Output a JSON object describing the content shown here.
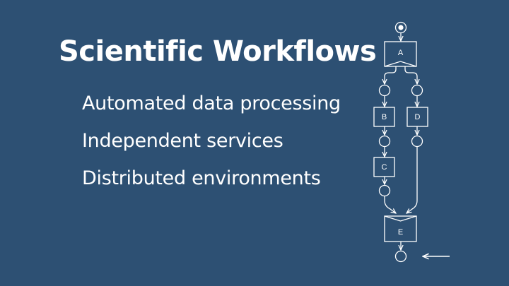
{
  "slide": {
    "title": "Scientific Workflows",
    "bullets": [
      "Automated data processing",
      "Independent services",
      "Distributed environments"
    ]
  },
  "diagram": {
    "tasks": {
      "a": "A",
      "b": "B",
      "c": "C",
      "d": "D",
      "e": "E"
    }
  },
  "colors": {
    "background": "#2d5073",
    "foreground": "#ffffff"
  }
}
